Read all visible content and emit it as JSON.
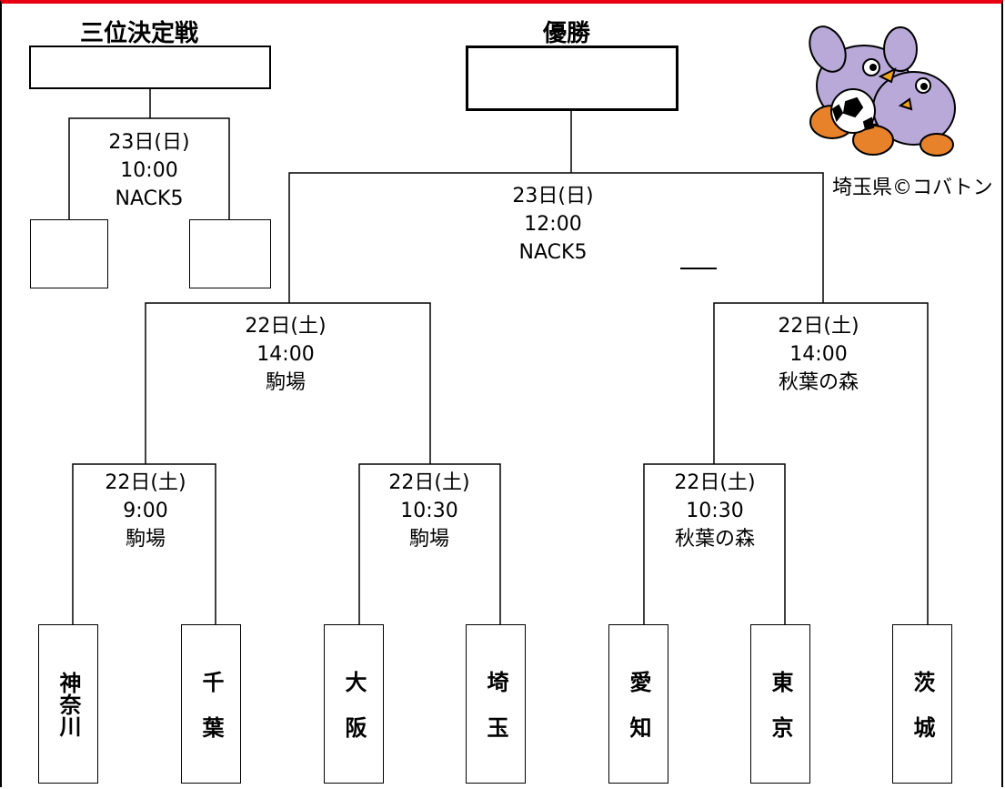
{
  "headings": {
    "third_place": "三位決定戦",
    "final": "優勝"
  },
  "matches": {
    "third_place": {
      "date": "23日(日)",
      "time": "10:00",
      "venue": "NACK5"
    },
    "final": {
      "date": "23日(日)",
      "time": "12:00",
      "venue": "NACK5"
    },
    "semi_left": {
      "date": "22日(土)",
      "time": "14:00",
      "venue": "駒場"
    },
    "semi_right": {
      "date": "22日(土)",
      "time": "14:00",
      "venue": "秋葉の森"
    },
    "qf_1": {
      "date": "22日(土)",
      "time": "9:00",
      "venue": "駒場"
    },
    "qf_2": {
      "date": "22日(土)",
      "time": "10:30",
      "venue": "駒場"
    },
    "qf_3": {
      "date": "22日(土)",
      "time": "10:30",
      "venue": "秋葉の森"
    }
  },
  "teams": [
    "神奈川",
    "千葉",
    "大阪",
    "埼玉",
    "愛知",
    "東京",
    "茨城"
  ],
  "credit": "埼玉県©コバトン",
  "colors": {
    "top_border": "#e60012",
    "line": "#000000",
    "mascot": "#b8a9d9"
  }
}
